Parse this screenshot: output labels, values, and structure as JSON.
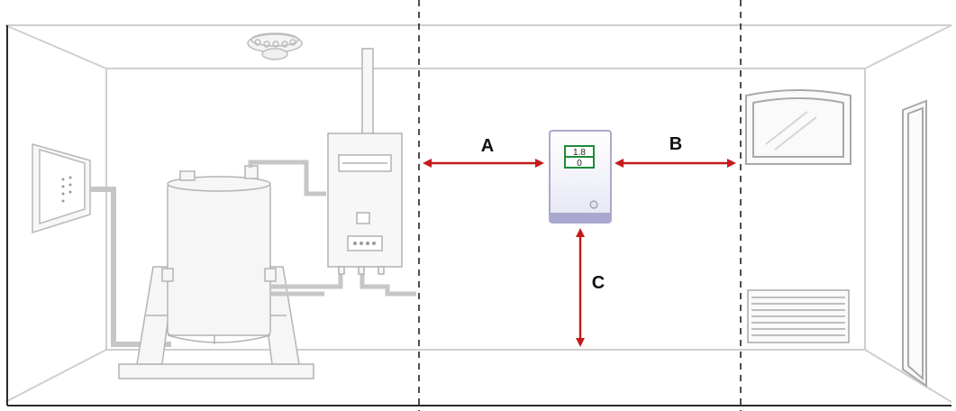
{
  "labels": {
    "a": "A",
    "b": "B",
    "c": "C"
  },
  "detector": {
    "reading_top": "1.8",
    "reading_bottom": "0"
  },
  "colors": {
    "arrow": "#c41a1a",
    "wall_line": "#cfcfcf",
    "frame": "#2a2a2a",
    "detector_body": "#f4f4fb",
    "detector_base": "#a8a8d0",
    "display_green": "#1e8a3c"
  },
  "icons": {
    "ceiling": "smoke-detector-icon",
    "wall_panel": "control-panel-icon",
    "boiler": "boiler-unit-icon",
    "tank": "storage-tank-icon",
    "window": "window-icon",
    "vent": "vent-grille-icon",
    "door": "door-icon"
  }
}
